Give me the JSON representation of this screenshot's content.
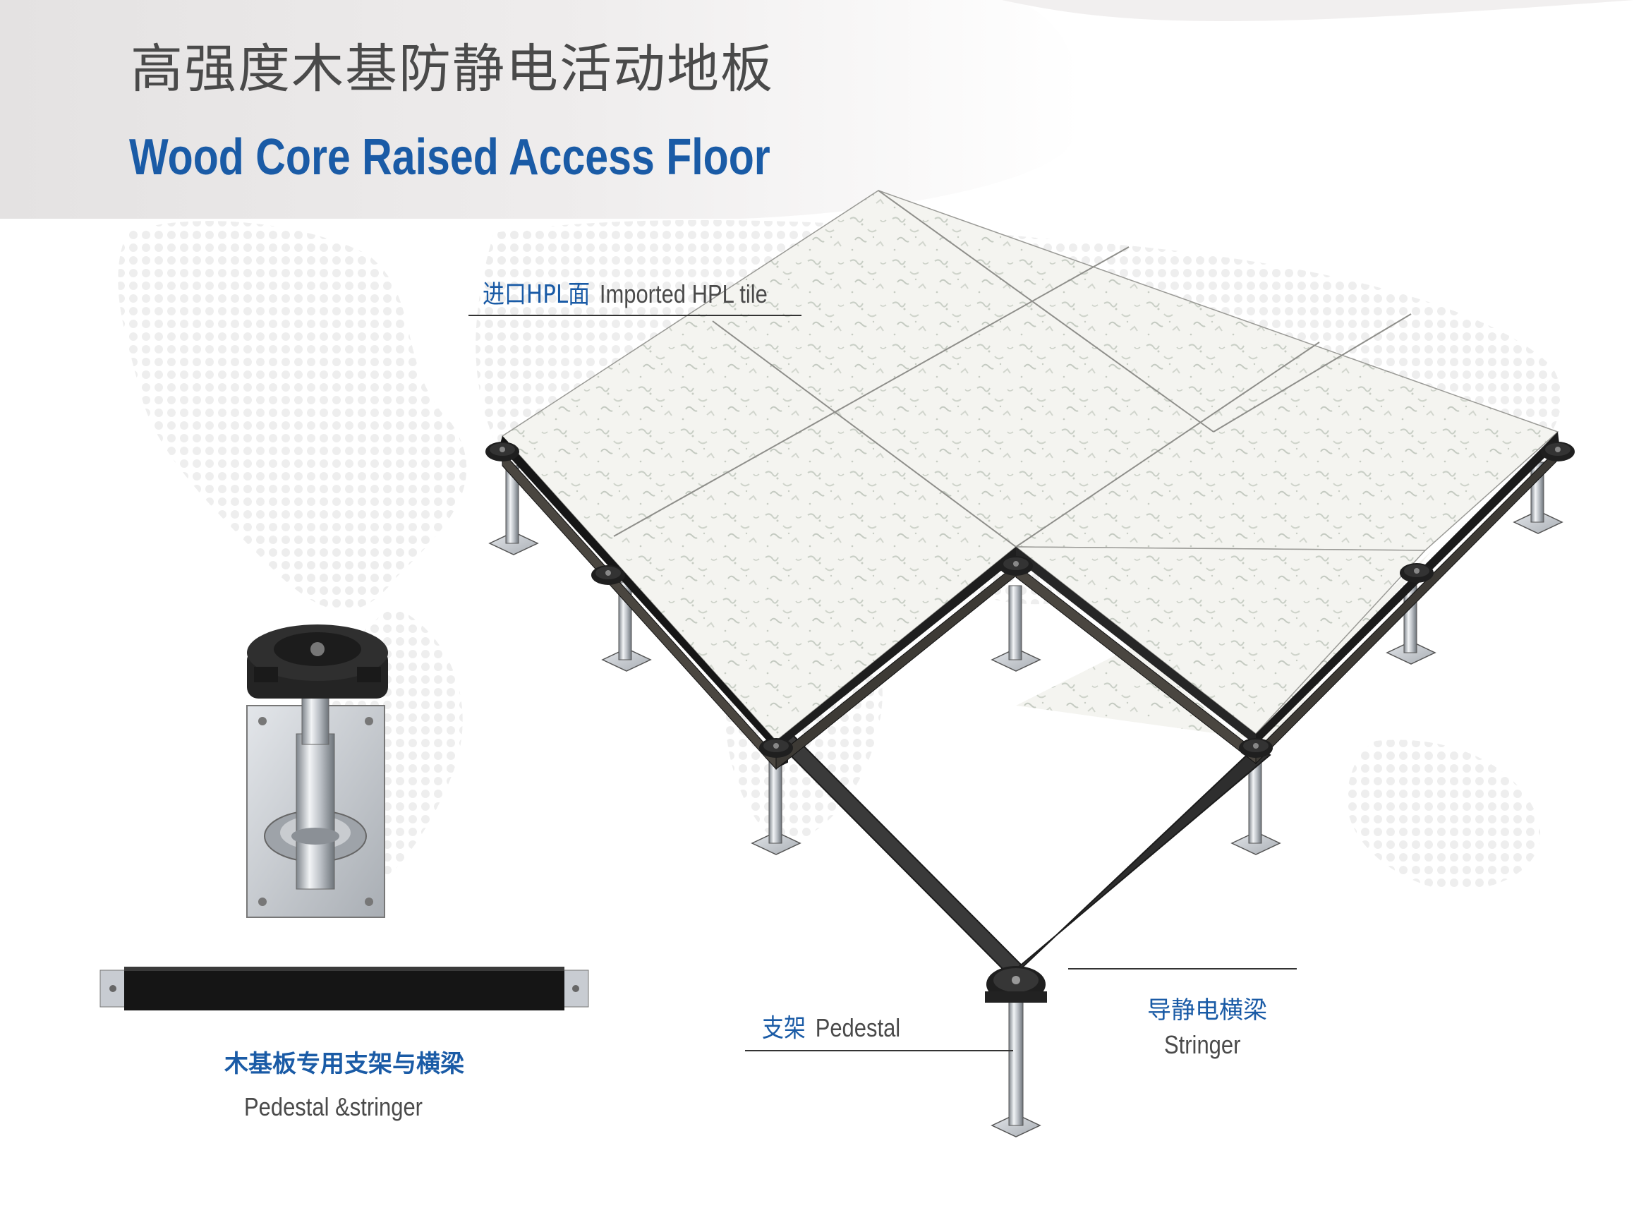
{
  "header": {
    "title_cn": "高强度木基防静电活动地板",
    "title_en": "Wood Core Raised Access Floor"
  },
  "callouts": {
    "tile_cn": "进口HPL面",
    "tile_en": "Imported HPL tile",
    "pedestal_cn": "支架",
    "pedestal_en": "Pedestal",
    "stringer_cn": "导静电横梁",
    "stringer_en": "Stringer"
  },
  "components": {
    "caption_cn": "木基板专用支架与横梁",
    "caption_en": "Pedestal &stringer"
  },
  "colors": {
    "brand_blue": "#1a5ba6",
    "title_gray": "#4a4a4a",
    "header_band": "#e8e6e6",
    "tile_surface": "#f3f3ef",
    "stringer_dark": "#2a2a2a",
    "steel": "#c8ccd2"
  },
  "icons": {
    "tile_speckle": "terrazzo-pattern",
    "background": "world-map-dots"
  }
}
